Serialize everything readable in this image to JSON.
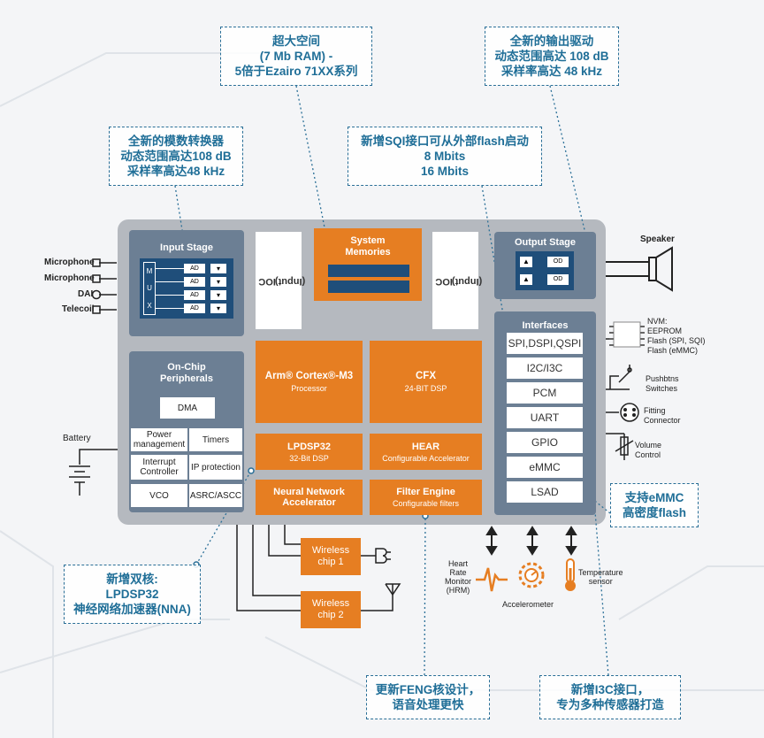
{
  "callouts": {
    "memory": [
      "超大空间",
      "(7 Mb RAM) -",
      "5倍于Ezairo 71XX系列"
    ],
    "output": [
      "全新的输出驱动",
      "动态范围高达 108 dB",
      "采样率高达 48 kHz"
    ],
    "adc": [
      "全新的模数转换器",
      "动态范围高达108 dB",
      "采样率高达48 kHz"
    ],
    "sqi": [
      "新增SQI接口可从外部flash启动",
      "8 Mbits",
      "16 Mbits"
    ],
    "emmc": [
      "支持eMMC",
      "高密度flash"
    ],
    "dualcore": [
      "新增双核:",
      "LPDSP32",
      "神经网络加速器(NNA)"
    ],
    "feng": [
      "更新FENG核设计，",
      "语音处理更快"
    ],
    "i3c": [
      "新增I3C接口，",
      "专为多种传感器打造"
    ]
  },
  "input_stage": {
    "title": "Input Stage",
    "mux": [
      "M",
      "U",
      "X"
    ],
    "ad": [
      "AD",
      "AD",
      "AD",
      "AD"
    ]
  },
  "inputs": [
    "Microphone",
    "Microphone",
    "DAI",
    "Telecoil"
  ],
  "ioc_left": [
    "IOC",
    "(Input)"
  ],
  "ioc_right": [
    "IOC",
    "(Input)"
  ],
  "system_memories": [
    "System",
    "Memories"
  ],
  "output_stage": {
    "title": "Output Stage",
    "od": [
      "OD",
      "OD"
    ]
  },
  "speaker": "Speaker",
  "peripherals": {
    "title": [
      "On-Chip",
      "Peripherals"
    ],
    "dma": "DMA",
    "cells": [
      "Power management",
      "Timers",
      "Interrupt Controller",
      "IP protection",
      "VCO",
      "ASRC/ASCC"
    ]
  },
  "battery": "Battery",
  "cores": {
    "arm": {
      "name": "Arm® Cortex®-M3",
      "sub": "Processor"
    },
    "cfx": {
      "name": "CFX",
      "sub": "24-BIT DSP"
    },
    "lpdsp": {
      "name": "LPDSP32",
      "sub": "32-Bit DSP"
    },
    "hear": {
      "name": "HEAR",
      "sub": "Configurable Accelerator"
    },
    "nna": {
      "name": "Neural Network",
      "sub": "Accelerator"
    },
    "filter": {
      "name": "Filter Engine",
      "sub": "Configurable filters"
    }
  },
  "interfaces": {
    "title": "Interfaces",
    "items": [
      "SPI,DSPI,QSPI",
      "I2C/I3C",
      "PCM",
      "UART",
      "GPIO",
      "eMMC",
      "LSAD"
    ]
  },
  "right_devices": {
    "nvm": [
      "NVM:",
      "EEPROM",
      "Flash (SPI, SQI)",
      "Flash (eMMC)"
    ],
    "push": [
      "Pushbtns",
      "Switches"
    ],
    "fitting": [
      "Fitting",
      "Connector"
    ],
    "volume": [
      "Volume",
      "Control"
    ]
  },
  "wireless": [
    [
      "Wireless",
      "chip 1"
    ],
    [
      "Wireless",
      "chip 2"
    ]
  ],
  "sensors": {
    "hrm": [
      "Heart",
      "Rate",
      "Monitor",
      "(HRM)"
    ],
    "accel": "Accelerometer",
    "temp": [
      "Temperature",
      "sensor"
    ]
  }
}
